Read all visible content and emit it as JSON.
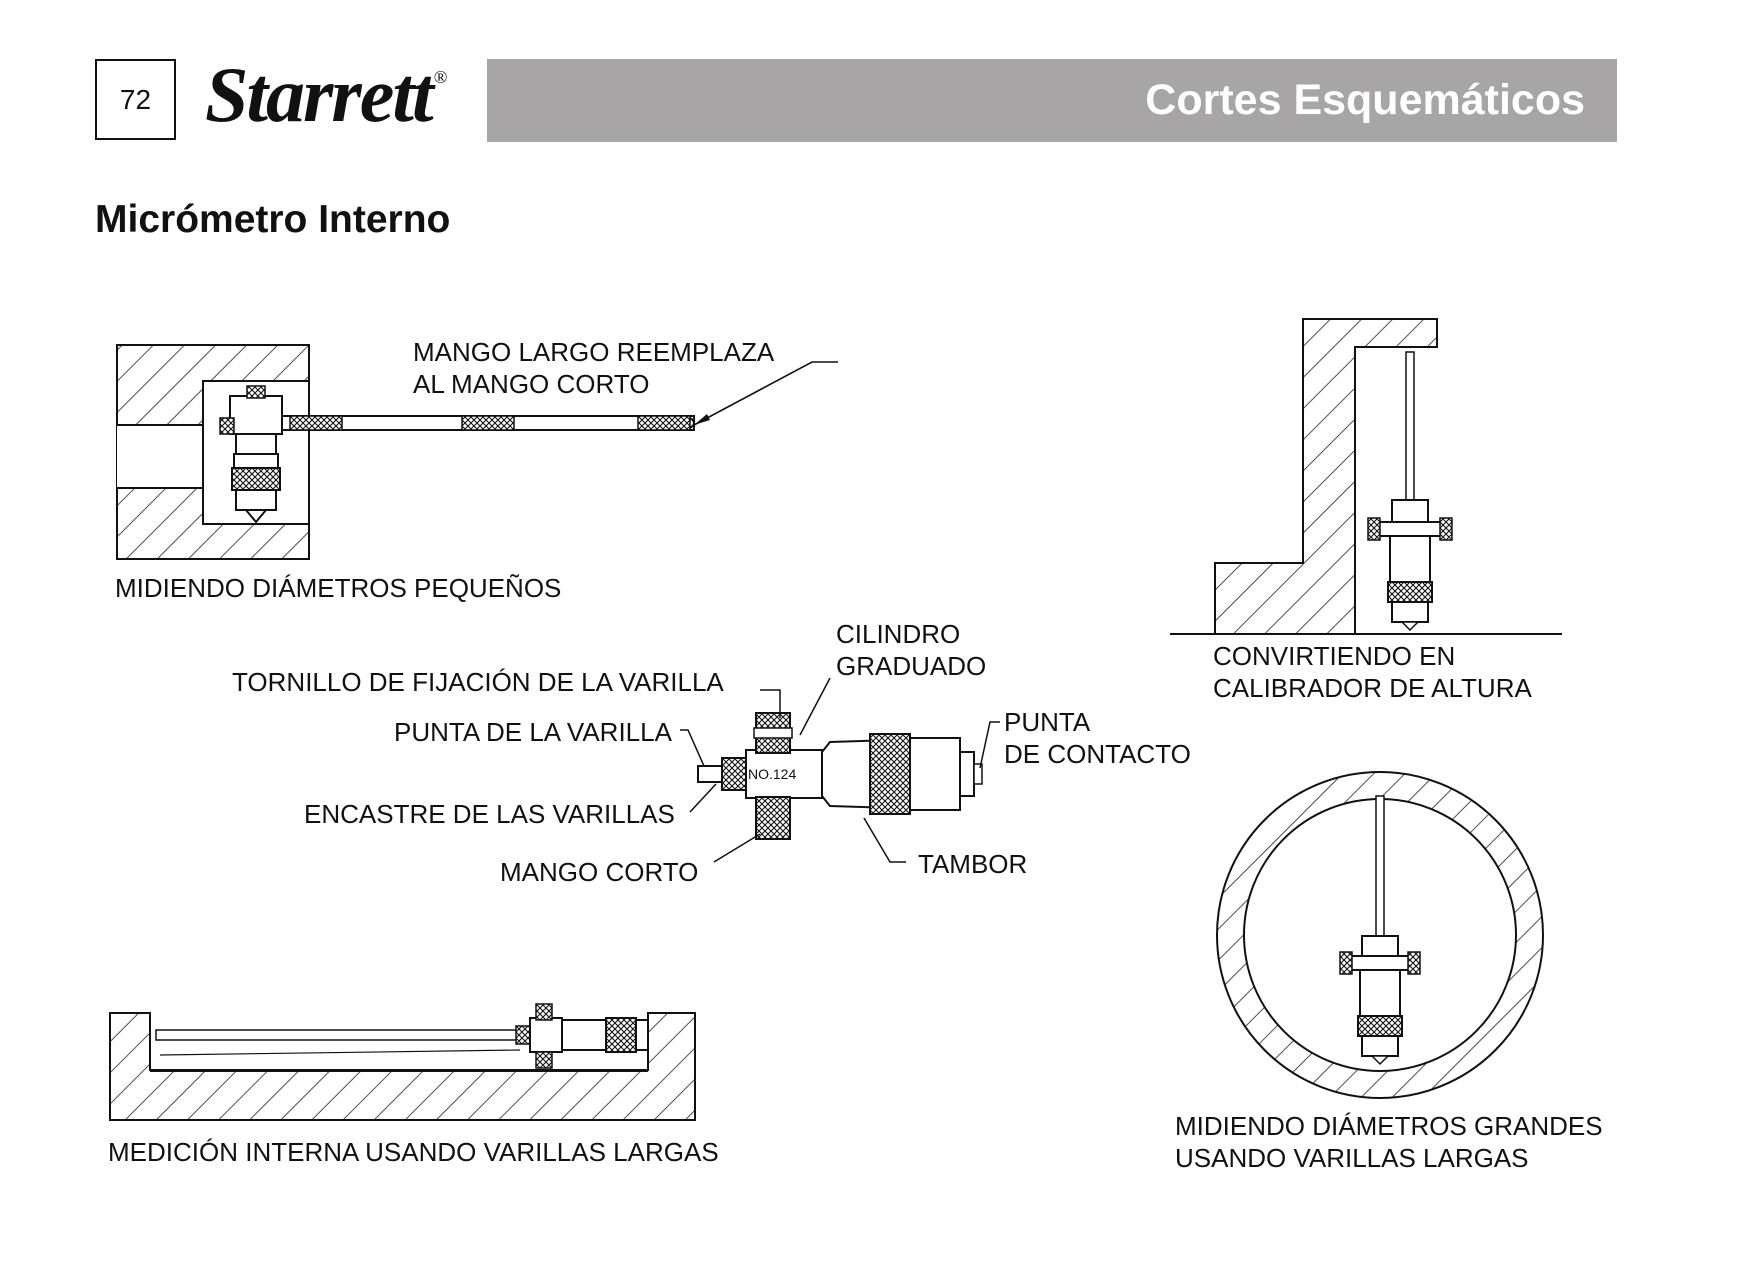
{
  "header": {
    "page_number": "72",
    "logo_text": "Starrett",
    "logo_mark": "®",
    "section": "Cortes Esquemáticos"
  },
  "title": "Micrómetro Interno",
  "figures": {
    "small": {
      "caption": "MIDIENDO DIÁMETROS PEQUEÑOS",
      "callout": "MANGO LARGO REEMPLAZA\nAL MANGO CORTO"
    },
    "height": {
      "caption": "CONVIRTIENDO EN\nCALIBRADOR DE ALTURA"
    },
    "parts": {
      "cilindro": "CILINDRO\nGRADUADO",
      "tornillo": "TORNILLO DE FIJACIÓN DE LA VARILLA",
      "punta_varilla": "PUNTA DE LA VARILLA",
      "encastre": "ENCASTRE DE LAS VARILLAS",
      "mango": "MANGO CORTO",
      "punta_contacto": "PUNTA\nDE CONTACTO",
      "tambor": "TAMBOR",
      "engraving": "NO.124"
    },
    "large": {
      "caption": "MIDIENDO DIÁMETROS GRANDES\nUSANDO VARILLAS LARGAS"
    },
    "long": {
      "caption": "MEDICIÓN INTERNA USANDO VARILLAS LARGAS"
    }
  }
}
